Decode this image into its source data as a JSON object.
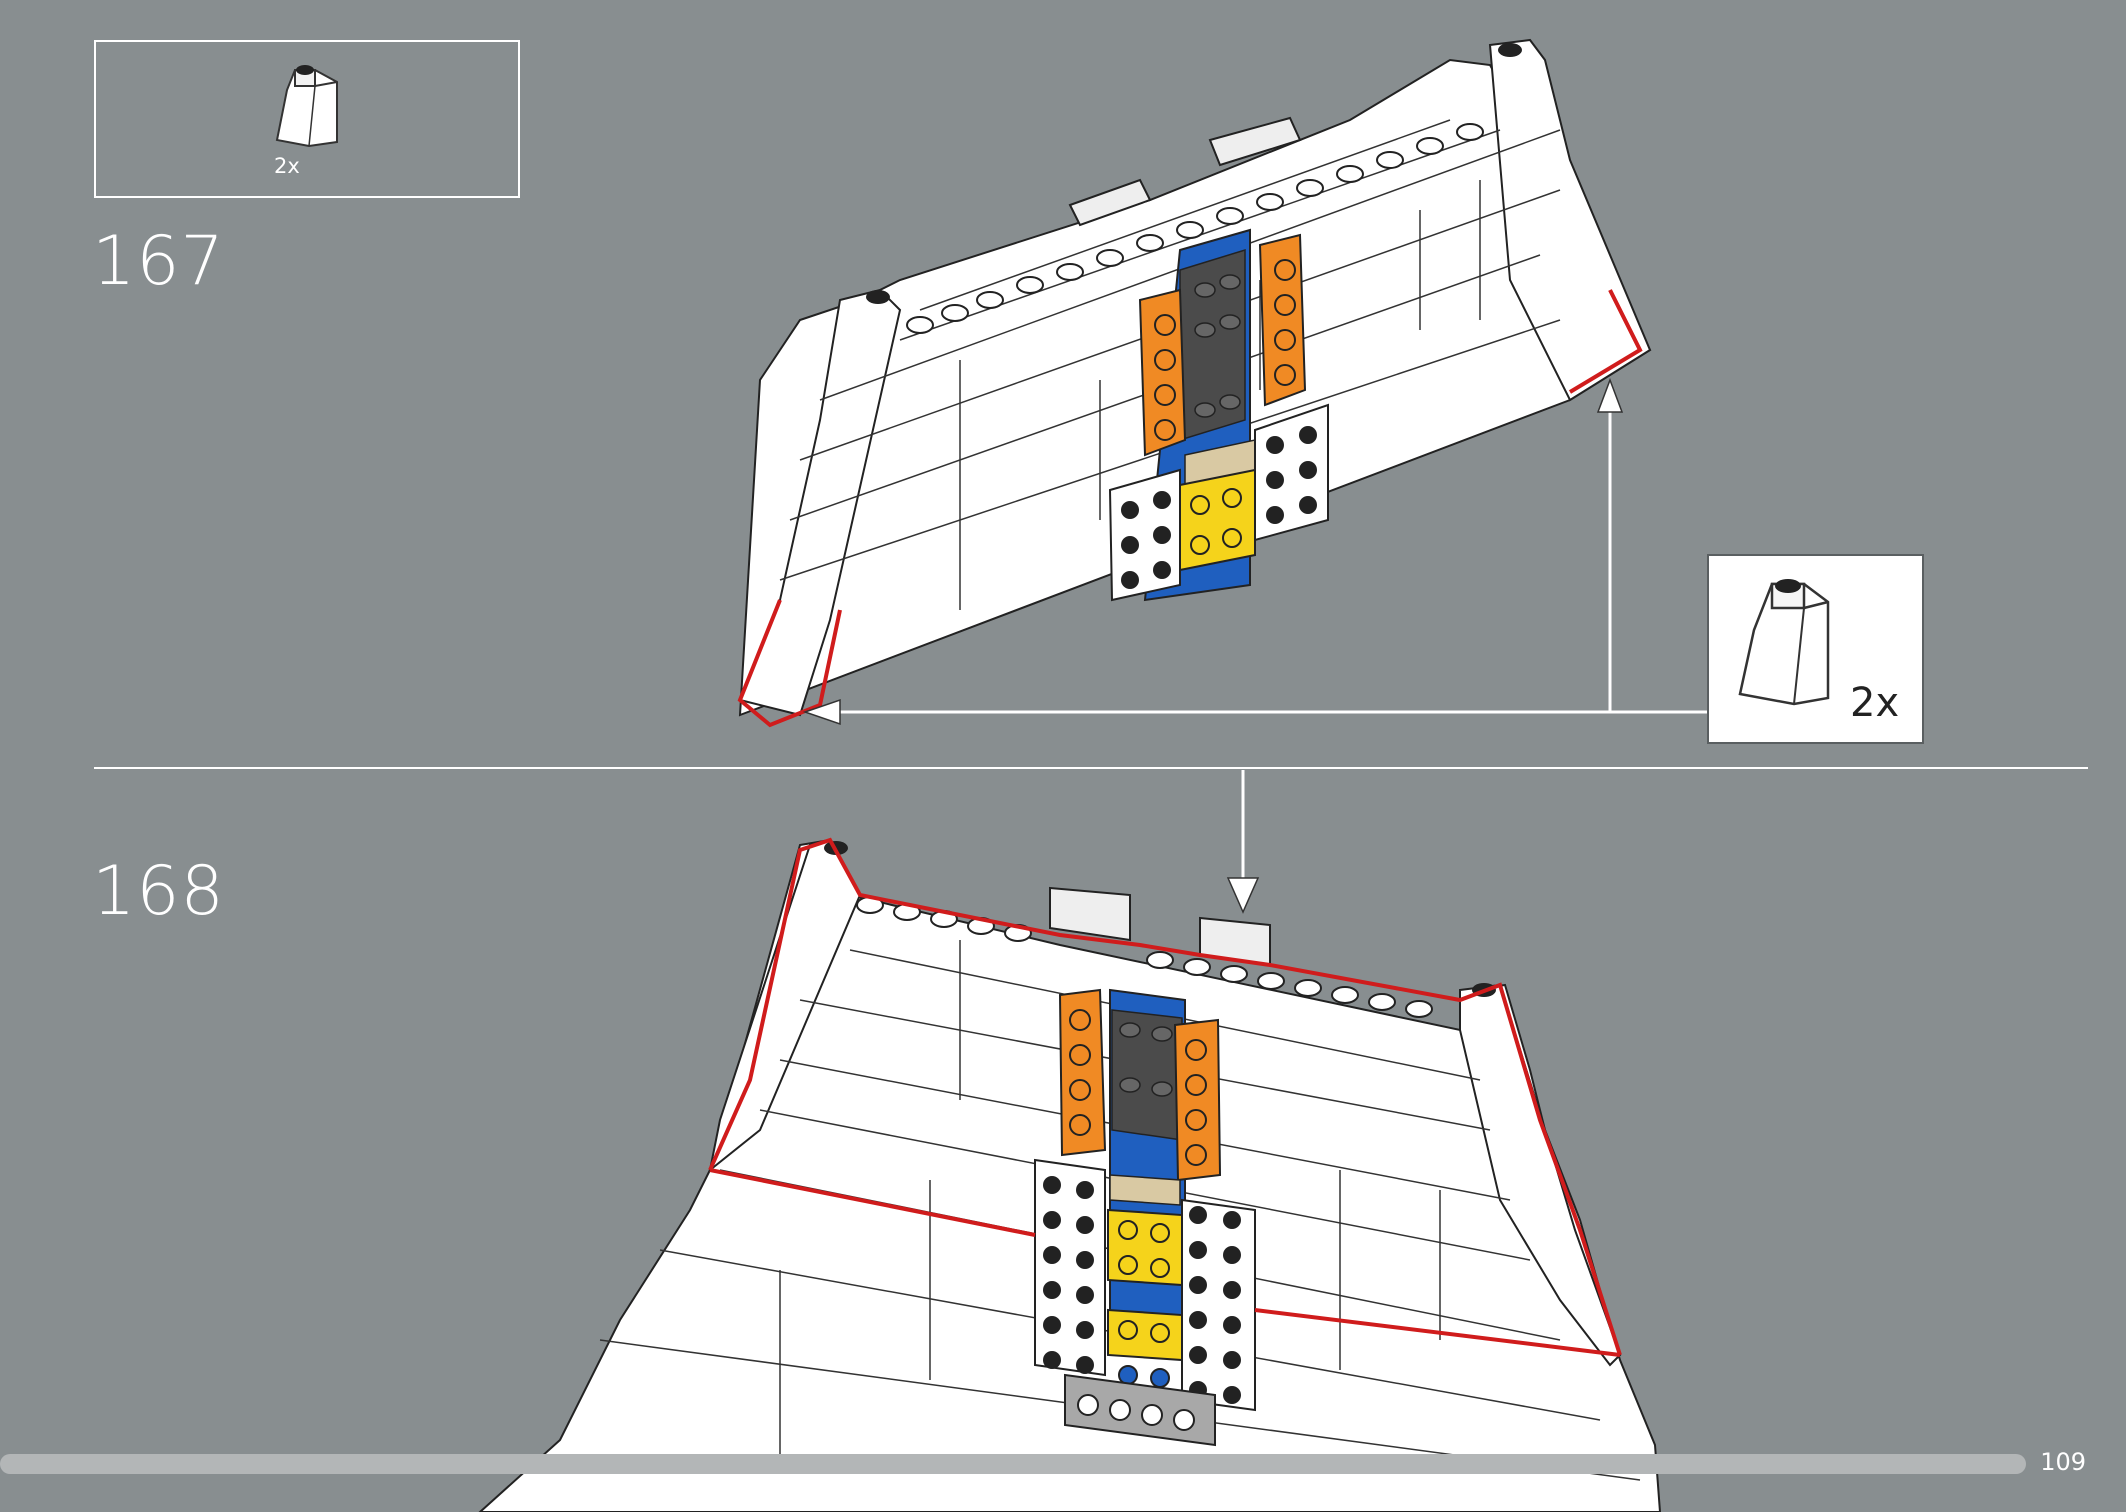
{
  "steps": [
    {
      "number": "167",
      "parts": [
        {
          "icon": "white-slope-brick-icon",
          "quantity": "2x"
        }
      ]
    },
    {
      "number": "168"
    }
  ],
  "callout": {
    "icon": "white-slope-brick-icon",
    "quantity": "2x"
  },
  "page_number": "109",
  "colors": {
    "background": "#888e90",
    "highlight": "#d01c1c",
    "brick_white": "#ffffff",
    "orange": "#f08a24",
    "yellow": "#f5d31b",
    "blue": "#1f5fbf",
    "dark_gray": "#4b4b4b",
    "tan": "#d9c9a3"
  }
}
